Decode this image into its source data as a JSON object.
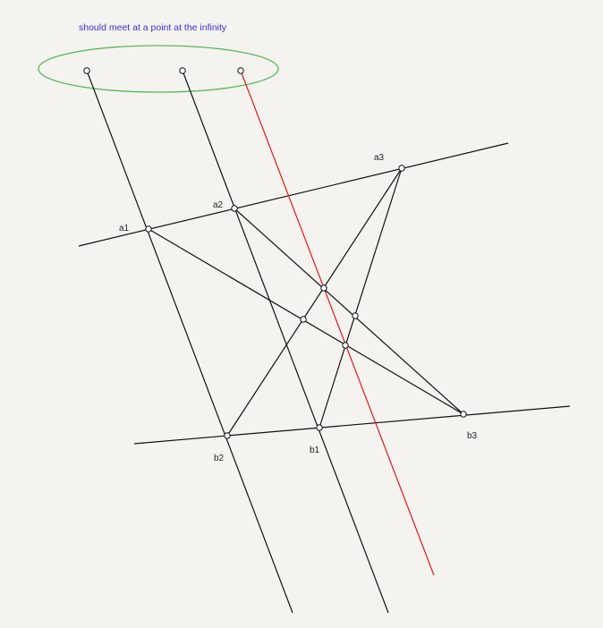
{
  "annotation": {
    "text": "should meet at a point at the infinity",
    "color": "#3b2fd6"
  },
  "colors": {
    "background": "#f4f3ef",
    "line": "#111111",
    "highlight_line": "#e01818",
    "ellipse": "#57b857",
    "point_fill": "#ffffff"
  },
  "points": {
    "a1": "a1",
    "a2": "a2",
    "a3": "a3",
    "b1": "b1",
    "b2": "b2",
    "b3": "b3"
  }
}
